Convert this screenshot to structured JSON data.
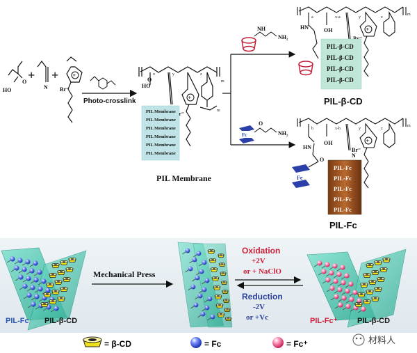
{
  "scheme": {
    "top": {
      "arrow_label": "Photo-crosslink",
      "membrane_box_lines": [
        "PIL Membrane",
        "PIL Membrane",
        "PIL Membrane",
        "PIL Membrane",
        "PIL Membrane",
        "PIL Membrane"
      ],
      "membrane_caption": "PIL Membrane",
      "cd_box_lines": [
        "PIL-β-CD",
        "PIL-β-CD",
        "PIL-β-CD",
        "PIL-β-CD"
      ],
      "cd_caption": "PIL-β-CD",
      "fc_box_lines": [
        "PIL-Fc",
        "PIL-Fc",
        "PIL-Fc",
        "PIL-Fc",
        "PIL-Fc"
      ],
      "fc_caption": "PIL-Fc",
      "reagent_amine": "NH",
      "reagent_nh2": "NH₂",
      "fc_label": "Fc",
      "fe_label": "Fe",
      "br_label": "Br⁻",
      "ho_label": "HO",
      "oh_label": "OH",
      "o_label": "O",
      "n_label": "N",
      "hn_label": "HN",
      "sub_m": "m",
      "sub_x": "x",
      "sub_y": "y",
      "sub_z": "z",
      "sub_a": "a",
      "sub_b": "b",
      "sub_xa": "x-a",
      "sub_xb": "x-b"
    },
    "bottom": {
      "left_label_fc": "PIL-Fc",
      "left_label_cd": "PIL-β-CD",
      "press_label": "Mechanical Press",
      "oxidation_title": "Oxidation",
      "oxidation_line2": "+2V",
      "oxidation_line3": "or + NaClO",
      "reduction_title": "Reduction",
      "reduction_line2": "-2V",
      "reduction_line3": "or +Vc",
      "right_label_fcplus": "PIL-Fc⁺",
      "right_label_cd": "PIL-β-CD",
      "watermark": "材料人"
    },
    "legend": [
      {
        "label": "= β-CD",
        "icon": "cyclodextrin-ring-icon"
      },
      {
        "label": "= Fc",
        "icon": "blue-sphere-icon"
      },
      {
        "label": "= Fc⁺",
        "icon": "pink-sphere-icon"
      }
    ],
    "colors": {
      "oxidation": "#d0203a",
      "reduction": "#2a3f9a",
      "fc_label": "#2553b8",
      "fcplus_label": "#d0203a",
      "membrane": "#9fd9d0",
      "film": "#3fbfa8",
      "cd_yellow": "#f2e21c",
      "fc_blue": "#3350d8",
      "fc_pink": "#f06a9a",
      "bottom_panel": "#f2f6f8"
    }
  }
}
